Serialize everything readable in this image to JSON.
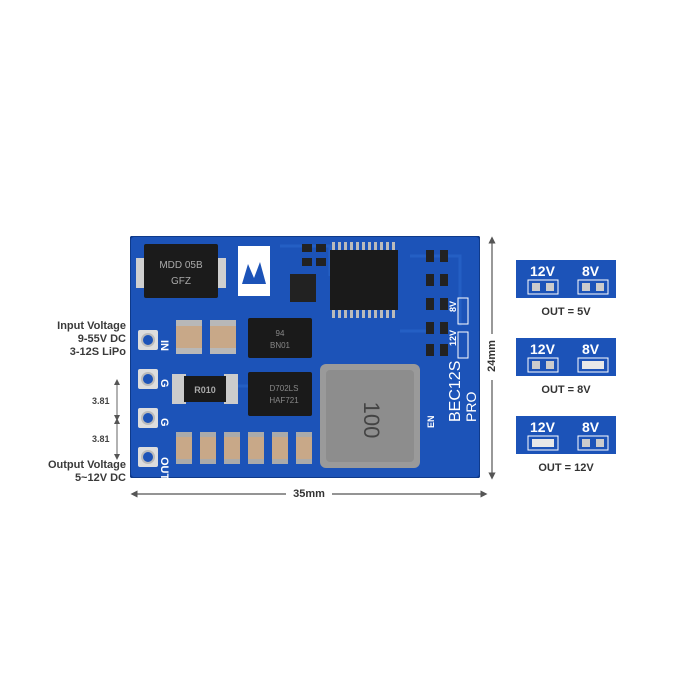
{
  "labels": {
    "input_line1": "Input Voltage",
    "input_line2": "9-55V DC",
    "input_line3": "3-12S LiPo",
    "output_line1": "Output Voltage",
    "output_line2": "5~12V DC",
    "pitch1": "3.81",
    "pitch2": "3.81",
    "width": "35mm",
    "height": "24mm"
  },
  "board": {
    "pad_in": "IN",
    "pad_g1": "G",
    "pad_g2": "G",
    "pad_out": "OUT",
    "sel_12v": "12V",
    "sel_8v": "8V",
    "en": "EN",
    "model": "BEC12S",
    "model_sub": "PRO",
    "diode_line1": "MDD 05B",
    "diode_line2": "GFZ",
    "shunt": "R010",
    "mosfet1_line1": "94",
    "mosfet1_line2": "BN01",
    "mosfet2_line1": "D702LS",
    "mosfet2_line2": "HAF721",
    "inductor": "100"
  },
  "jumpers": [
    {
      "label_12v": "12V",
      "label_8v": "8V",
      "caption": "OUT = 5V",
      "bridge": "none"
    },
    {
      "label_12v": "12V",
      "label_8v": "8V",
      "caption": "OUT = 8V",
      "bridge": "8V"
    },
    {
      "label_12v": "12V",
      "label_8v": "8V",
      "caption": "OUT = 12V",
      "bridge": "12V"
    }
  ],
  "colors": {
    "pcb": "#1c53b8",
    "pcb_dark": "#123d8e",
    "silk": "#ffffff",
    "gold": "#c9a64a",
    "background": "#ffffff"
  }
}
